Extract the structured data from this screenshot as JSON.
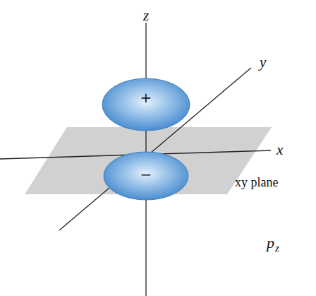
{
  "diagram": {
    "nodes": [
      {
        "text": [
          "+"
        ]
      },
      {
        "text": [
          "−"
        ]
      }
    ],
    "labels": [
      "z",
      "y",
      "x",
      "xy plane",
      "p",
      "z"
    ]
  }
}
